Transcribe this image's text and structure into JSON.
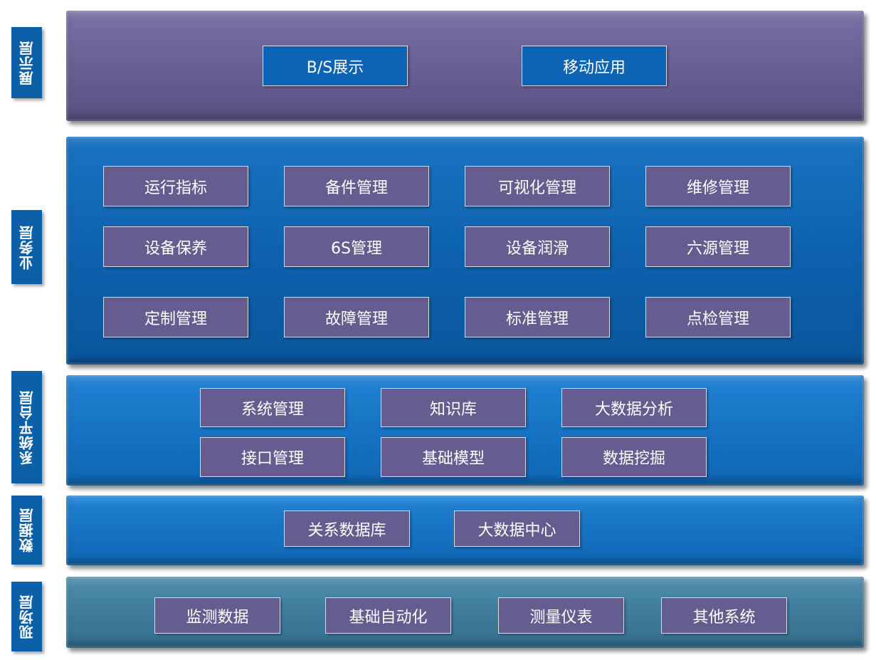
{
  "layers": {
    "presentation": {
      "label": "展示层",
      "items": [
        "B/S展示",
        "移动应用"
      ]
    },
    "business": {
      "label": "业务层",
      "items": [
        "运行指标",
        "备件管理",
        "可视化管理",
        "维修管理",
        "设备保养",
        "6S管理",
        "设备润滑",
        "六源管理",
        "定制管理",
        "故障管理",
        "标准管理",
        "点检管理"
      ]
    },
    "platform": {
      "label": "系统平台层",
      "items": [
        "系统管理",
        "知识库",
        "大数据分析",
        "接口管理",
        "基础模型",
        "数据挖掘"
      ]
    },
    "data": {
      "label": "数据层",
      "items": [
        "关系数据库",
        "大数据中心"
      ]
    },
    "field": {
      "label": "现场层",
      "items": [
        "监测数据",
        "基础自动化",
        "测量仪表",
        "其他系统"
      ]
    }
  },
  "colors": {
    "presentation_panel": "#6b6194",
    "business_panel": "#0d62ae",
    "platform_panel": "#1673c4",
    "data_panel": "#1673c4",
    "field_panel": "#3f7c9c",
    "label_bg": "#0d5fa8",
    "box_blue": "#0d64b4",
    "box_purple": "#655c8f"
  }
}
